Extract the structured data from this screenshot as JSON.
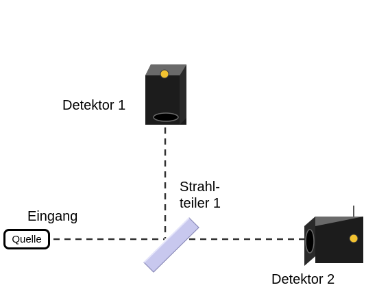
{
  "labels": {
    "detector1": "Detektor 1",
    "detector2": "Detektor 2",
    "splitter_line1": "Strahl-",
    "splitter_line2": "teiler 1",
    "input": "Eingang",
    "source": "Quelle"
  },
  "colors": {
    "detector_front": "#1c1c1c",
    "detector_side": "#4a4a4a",
    "detector_top": "#6a6a6a",
    "indicator": "#f2c230",
    "beam": "#333333",
    "splitter_fill": "#c8c8ee",
    "splitter_edge": "#8a8ab8"
  }
}
